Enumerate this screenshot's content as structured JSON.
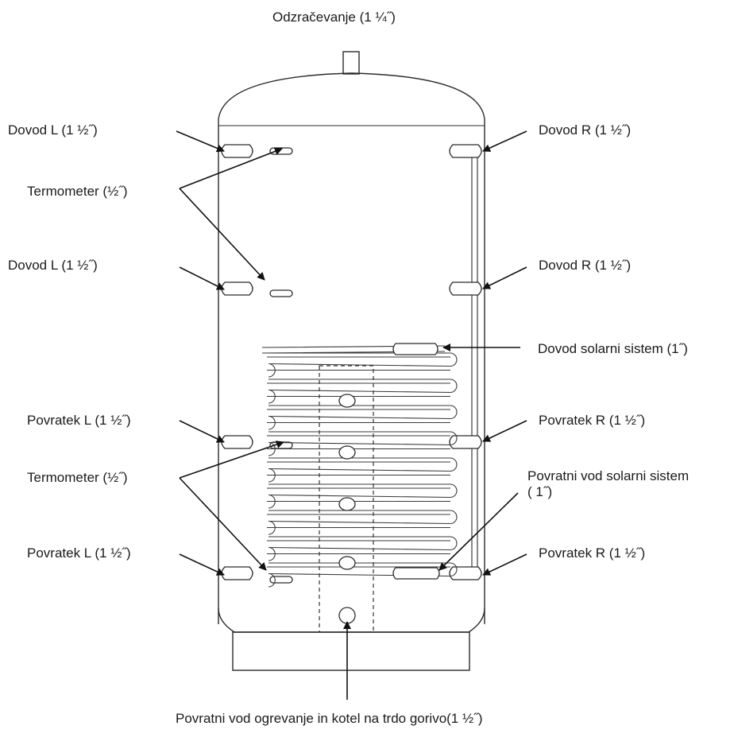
{
  "labels": {
    "top_vent": "Odzračevanje (1 ¼˝)",
    "supply_l_1": "Dovod L (1 ½˝)",
    "thermometer_1": "Termometer (½˝)",
    "supply_l_2": "Dovod L (1 ½˝)",
    "return_l_1": "Povratek L (1 ½˝)",
    "thermometer_2": "Termometer (½˝)",
    "return_l_2": "Povratek L (1 ½˝)",
    "supply_r_1": "Dovod R (1 ½˝)",
    "supply_r_2": "Dovod R (1 ½˝)",
    "solar_supply": "Dovod solarni sistem (1˝)",
    "return_r_1": "Povratek R (1 ½˝)",
    "solar_return": "Povratni vod solarni sistem ( 1˝)",
    "return_r_2": "Povratek R (1 ½˝)",
    "heating_return": "Povratni vod ogrevanje in kotel na trdo gorivo(1 ½˝)"
  },
  "colors": {
    "line": "#2b2b2b",
    "background": "#ffffff",
    "text": "#1a1a1a"
  }
}
